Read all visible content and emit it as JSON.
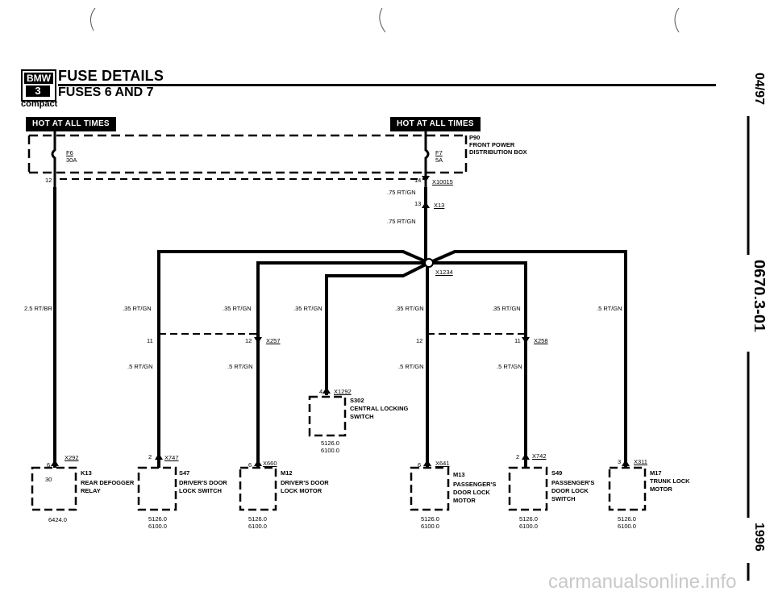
{
  "header": {
    "logo_brand": "BMW",
    "logo_series": "3",
    "logo_sub": "compact",
    "title": "FUSE DETAILS",
    "subtitle": "FUSES 6 AND 7"
  },
  "hot_labels": [
    "HOT AT ALL TIMES",
    "HOT AT ALL TIMES"
  ],
  "fuses": {
    "f6_name": "F6",
    "f6_rating": "30A",
    "f7_name": "F7",
    "f7_rating": "5A",
    "box_code": "P90",
    "box_line1": "FRONT POWER",
    "box_line2": "DISTRIBUTION BOX"
  },
  "connectors": {
    "pin12": "12",
    "pin14": "14",
    "x10015": "X10015",
    "pin13": "13",
    "x13": "X13",
    "x1234": "X1234",
    "x257": "X257",
    "x258": "X258",
    "x1292": "X1292",
    "x292": "X292",
    "x747": "X747",
    "x660": "X660",
    "x641": "X641",
    "x742": "X742",
    "x311": "X311"
  },
  "wires": {
    "w75a": ".75 RT/GN",
    "w75b": ".75 RT/GN",
    "w25": "2.5 RT/BR",
    "w35_1": ".35 RT/GN",
    "w35_2": ".35 RT/GN",
    "w35_3": ".35 RT/GN",
    "w35_4": ".35 RT/GN",
    "w35_5": ".35 RT/GN",
    "w5": ".5 RT/GN",
    "w5_1": ".5 RT/GN",
    "w5_2": ".5 RT/GN",
    "w5_3": ".5 RT/GN",
    "w5_4": ".5 RT/GN"
  },
  "pins": {
    "p11a": "11",
    "p12a": "12",
    "p12b": "12",
    "p11b": "11",
    "p4": "4",
    "p6a": "6",
    "p30": "30",
    "p2a": "2",
    "p6b": "6",
    "p6c": "6",
    "p2b": "2",
    "p3": "3"
  },
  "components": {
    "s302": {
      "code": "S302",
      "line1": "CENTRAL LOCKING",
      "line2": "SWITCH",
      "ref1": "5126.0",
      "ref2": "6100.0"
    },
    "k13": {
      "code": "K13",
      "line1": "REAR DEFOGGER",
      "line2": "RELAY",
      "ref1": "6424.0"
    },
    "s47": {
      "code": "S47",
      "line1": "DRIVER'S DOOR",
      "line2": "LOCK SWITCH",
      "ref1": "5126.0",
      "ref2": "6100.0"
    },
    "m12": {
      "code": "M12",
      "line1": "DRIVER'S DOOR",
      "line2": "LOCK MOTOR",
      "ref1": "5126.0",
      "ref2": "6100.0"
    },
    "m13": {
      "code": "M13",
      "line1": "PASSENGER'S",
      "line2": "DOOR LOCK",
      "line3": "MOTOR",
      "ref1": "5126.0",
      "ref2": "6100.0"
    },
    "s49": {
      "code": "S49",
      "line1": "PASSENGER'S",
      "line2": "DOOR LOCK",
      "line3": "SWITCH",
      "ref1": "5126.0",
      "ref2": "6100.0"
    },
    "m17": {
      "code": "M17",
      "line1": "TRUNK LOCK",
      "line2": "MOTOR",
      "ref1": "5126.0",
      "ref2": "6100.0"
    }
  },
  "side": {
    "date": "04/97",
    "doc": "0670.3-01",
    "year": "1996"
  },
  "watermark": "carmanualsonline.info"
}
